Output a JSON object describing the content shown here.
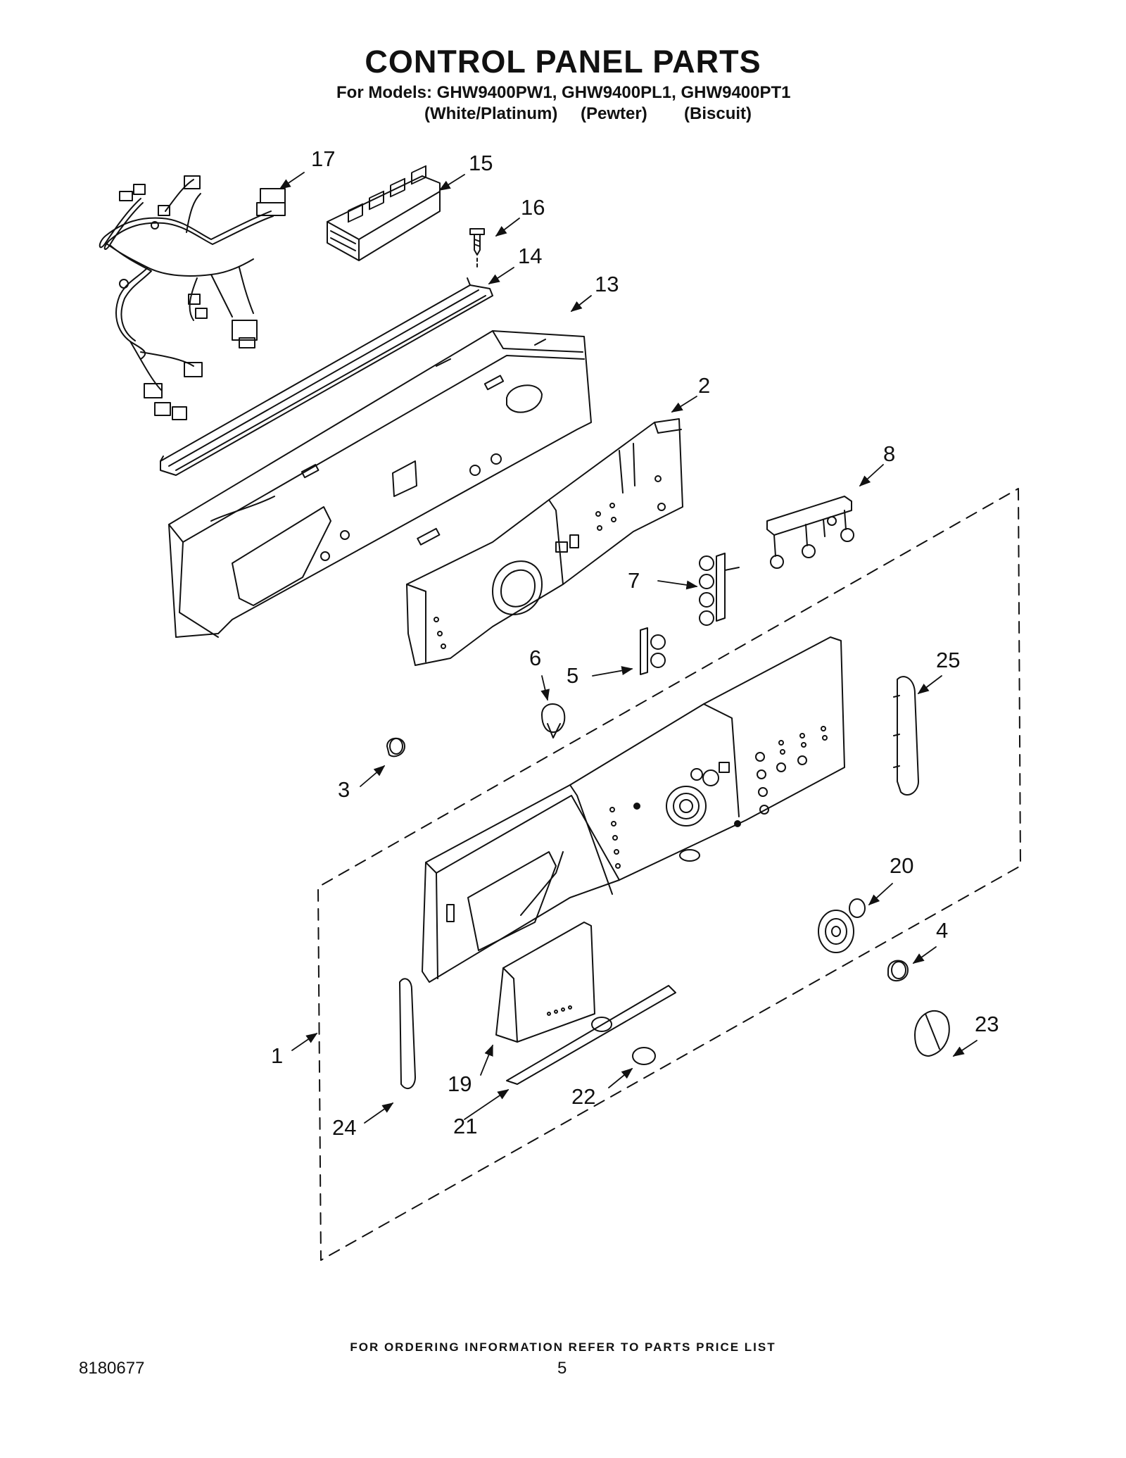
{
  "header": {
    "title": "CONTROL PANEL PARTS",
    "models": "For Models: GHW9400PW1, GHW9400PL1, GHW9400PT1",
    "colors": [
      "(White/Platinum)",
      "(Pewter)",
      "(Biscuit)"
    ]
  },
  "parts": [
    {
      "id": "17",
      "name": "wire-harness"
    },
    {
      "id": "15",
      "name": "electronic-module"
    },
    {
      "id": "16",
      "name": "screw"
    },
    {
      "id": "14",
      "name": "mounting-rail"
    },
    {
      "id": "13",
      "name": "control-panel-bracket"
    },
    {
      "id": "2",
      "name": "control-board-housing"
    },
    {
      "id": "8",
      "name": "button-actuator-set"
    },
    {
      "id": "7",
      "name": "button-set"
    },
    {
      "id": "5",
      "name": "button-pair"
    },
    {
      "id": "6",
      "name": "knob"
    },
    {
      "id": "25",
      "name": "end-cap-right"
    },
    {
      "id": "3",
      "name": "small-knob"
    },
    {
      "id": "20",
      "name": "knob-insert"
    },
    {
      "id": "4",
      "name": "knob-cap"
    },
    {
      "id": "23",
      "name": "knob"
    },
    {
      "id": "1",
      "name": "control-console-assembly"
    },
    {
      "id": "24",
      "name": "end-cap-left"
    },
    {
      "id": "19",
      "name": "dispenser-door"
    },
    {
      "id": "21",
      "name": "trim-strip"
    },
    {
      "id": "22",
      "name": "badge"
    }
  ],
  "footer": {
    "ordering_note": "FOR ORDERING INFORMATION REFER TO PARTS PRICE LIST",
    "doc_number": "8180677",
    "page_number": "5"
  }
}
